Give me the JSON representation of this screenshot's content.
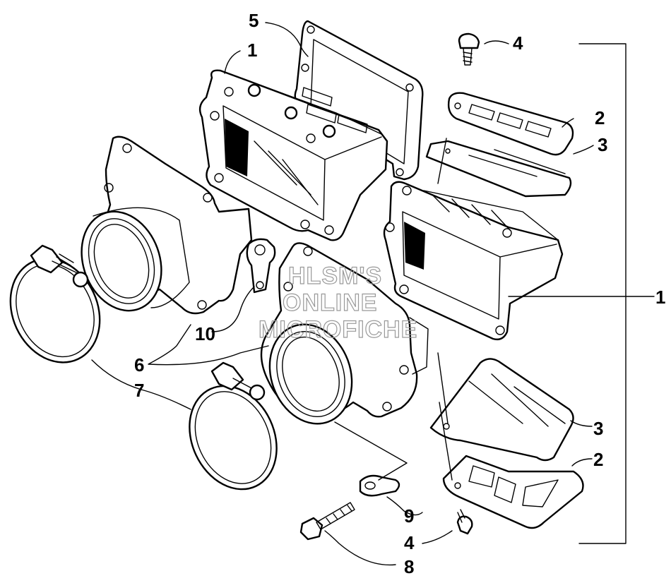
{
  "callouts": {
    "c1_top": "1",
    "c1_right": "1",
    "c2_top": "2",
    "c2_bottom": "2",
    "c3_top": "3",
    "c3_bottom": "3",
    "c4_top": "4",
    "c4_bottom": "4",
    "c5": "5",
    "c6": "6",
    "c7": "7",
    "c8": "8",
    "c9": "9",
    "c10": "10"
  },
  "watermark": {
    "line1": "HLSM'S",
    "line2": "ONLINE",
    "line3": "MICROFICHE"
  }
}
